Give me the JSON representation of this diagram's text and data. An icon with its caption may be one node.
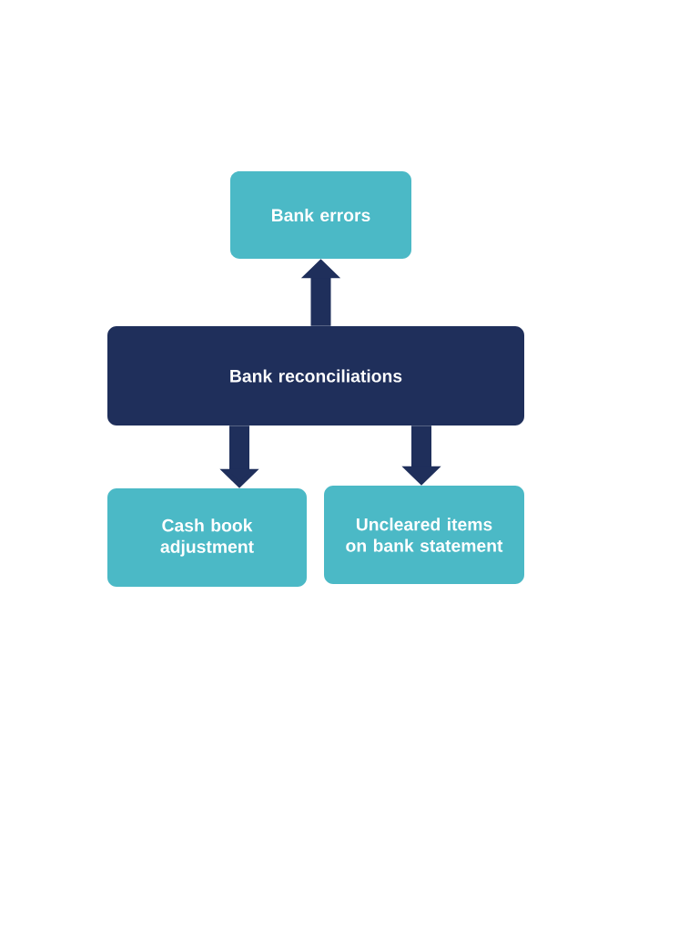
{
  "diagram": {
    "nodes": [
      {
        "text": [
          "Bank errors"
        ]
      },
      {
        "text": [
          "Bank reconciliations"
        ]
      },
      {
        "text": [
          "Cash book adjustment"
        ]
      },
      {
        "text": [
          "Uncleared items on bank statement"
        ]
      }
    ],
    "edges": [
      {
        "from": 1,
        "to": 0,
        "arrow": "to"
      },
      {
        "from": 1,
        "to": 2,
        "arrow": "to"
      },
      {
        "from": 1,
        "to": 3,
        "arrow": "to"
      }
    ]
  }
}
